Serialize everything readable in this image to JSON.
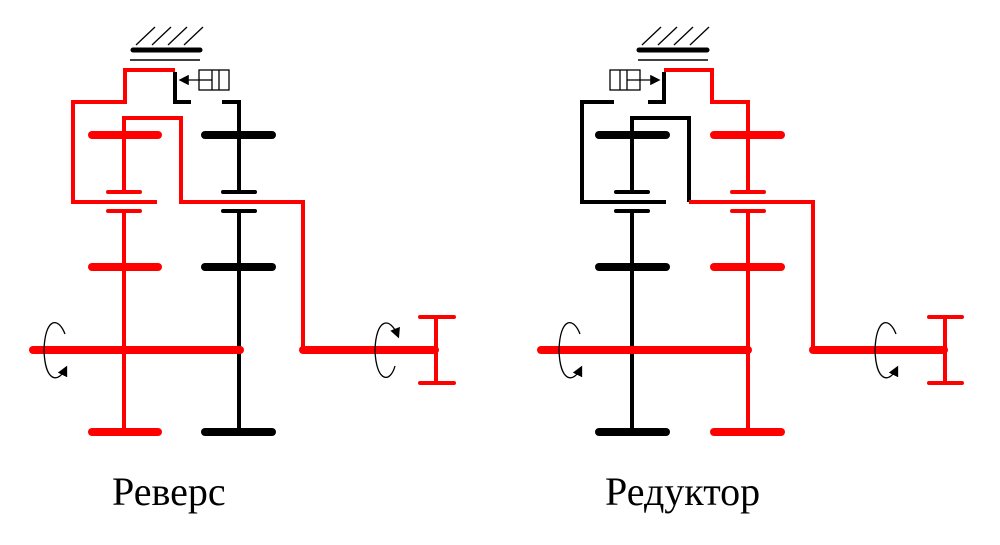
{
  "colors": {
    "active": "#ff0000",
    "inactive": "#000000"
  },
  "diagrams": [
    {
      "id": "reverse",
      "label": "Реверс",
      "clutch_direction": "left",
      "active_gear_column": "left"
    },
    {
      "id": "reducer",
      "label": "Редуктор",
      "clutch_direction": "right",
      "active_gear_column": "right"
    }
  ]
}
